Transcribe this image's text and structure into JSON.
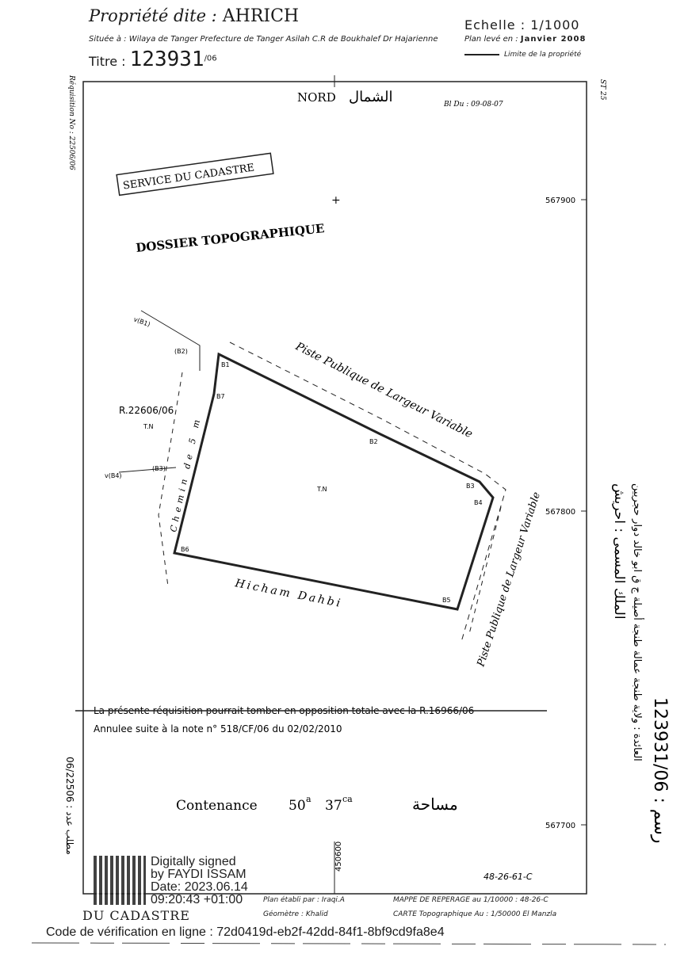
{
  "header": {
    "propriete_label": "Propriété dite :",
    "propriete_name": "AHRICH",
    "situee": "Située à : Wilaya de Tanger Prefecture de Tanger Asilah C.R de Boukhalef Dr Hajarienne",
    "titre_label": "Titre :",
    "titre_number": "123931",
    "titre_suffix": "/06",
    "echelle": "Echelle : 1/1000",
    "plan_leve_label": "Plan levé en :",
    "plan_leve_date": "Janvier 2008",
    "limite": "Limite de la propriété"
  },
  "plan": {
    "nord": "NORD",
    "nord_ar": "الشمال",
    "bl_du": "Bl Du : 09-08-07",
    "stamp": "SERVICE DU CADASTRE",
    "dossier": "DOSSIER TOPOGRAPHIQUE",
    "coord_567900": "567900",
    "coord_567800": "567800",
    "coord_567700": "567700",
    "coord_450600": "450600",
    "st": "ST 25",
    "requisition_left": "Réquisition No : 22506/06",
    "piste_top": "Piste Publique de Largeur Variable",
    "piste_right": "Piste Publique de Largeur Variable",
    "chemin": "Chemin de 5 m",
    "riverain_south": "Hicham Dahbi",
    "riverain_west": "R.22606/06",
    "tn_west": "T.N",
    "tn_center": "T.N",
    "bornes": [
      "B1",
      "B2",
      "B3",
      "B4",
      "B5",
      "B6",
      "B7"
    ],
    "ext_bornes": [
      "v(B1)",
      "(B2)",
      "(B3)",
      "v(B4)"
    ],
    "opposition": "La présente réquisition pourrait tomber en opposition totale avec la R.16966/06",
    "annulee": "Annulee suite à la note n° 518/CF/06 du 02/02/2010",
    "contenance_label": "Contenance",
    "contenance_a": "50",
    "contenance_a_unit": "a",
    "contenance_ca": "37",
    "contenance_ca_unit": "ca",
    "contenance_ar": "مساحة",
    "mappe_code": "48-26-61-C"
  },
  "footer": {
    "plan_etabli": "Plan établi par : Iraqi.A",
    "geometre": "Géomètre : Khalid",
    "mappe": "MAPPE DE REPERAGE au 1/10000 : 48-26-C",
    "carte": "CARTE Topographique Au : 1/50000 El Manzla",
    "du_cadastre": "DU CADASTRE",
    "code_verification": "Code de vérification en ligne : 72d0419d-eb2f-42dd-84f1-8bf9cd9fa8e4"
  },
  "signature": {
    "line1": "Digitally signed",
    "line2": "by FAYDI ISSAM",
    "line3": "Date: 2023.06.14",
    "line4": "09:20:43 +01:00"
  },
  "side": {
    "left_ar": "06/22506 : مطلب عدد",
    "right_ar_1": "الملك المسمى : احريش",
    "right_ar_2": "العائدة : ولاية طنجة عمالة طنجة أصيلة ج ق ابو خالد دوار حجريين",
    "right_ar_3": "رسم : 123931/06"
  }
}
